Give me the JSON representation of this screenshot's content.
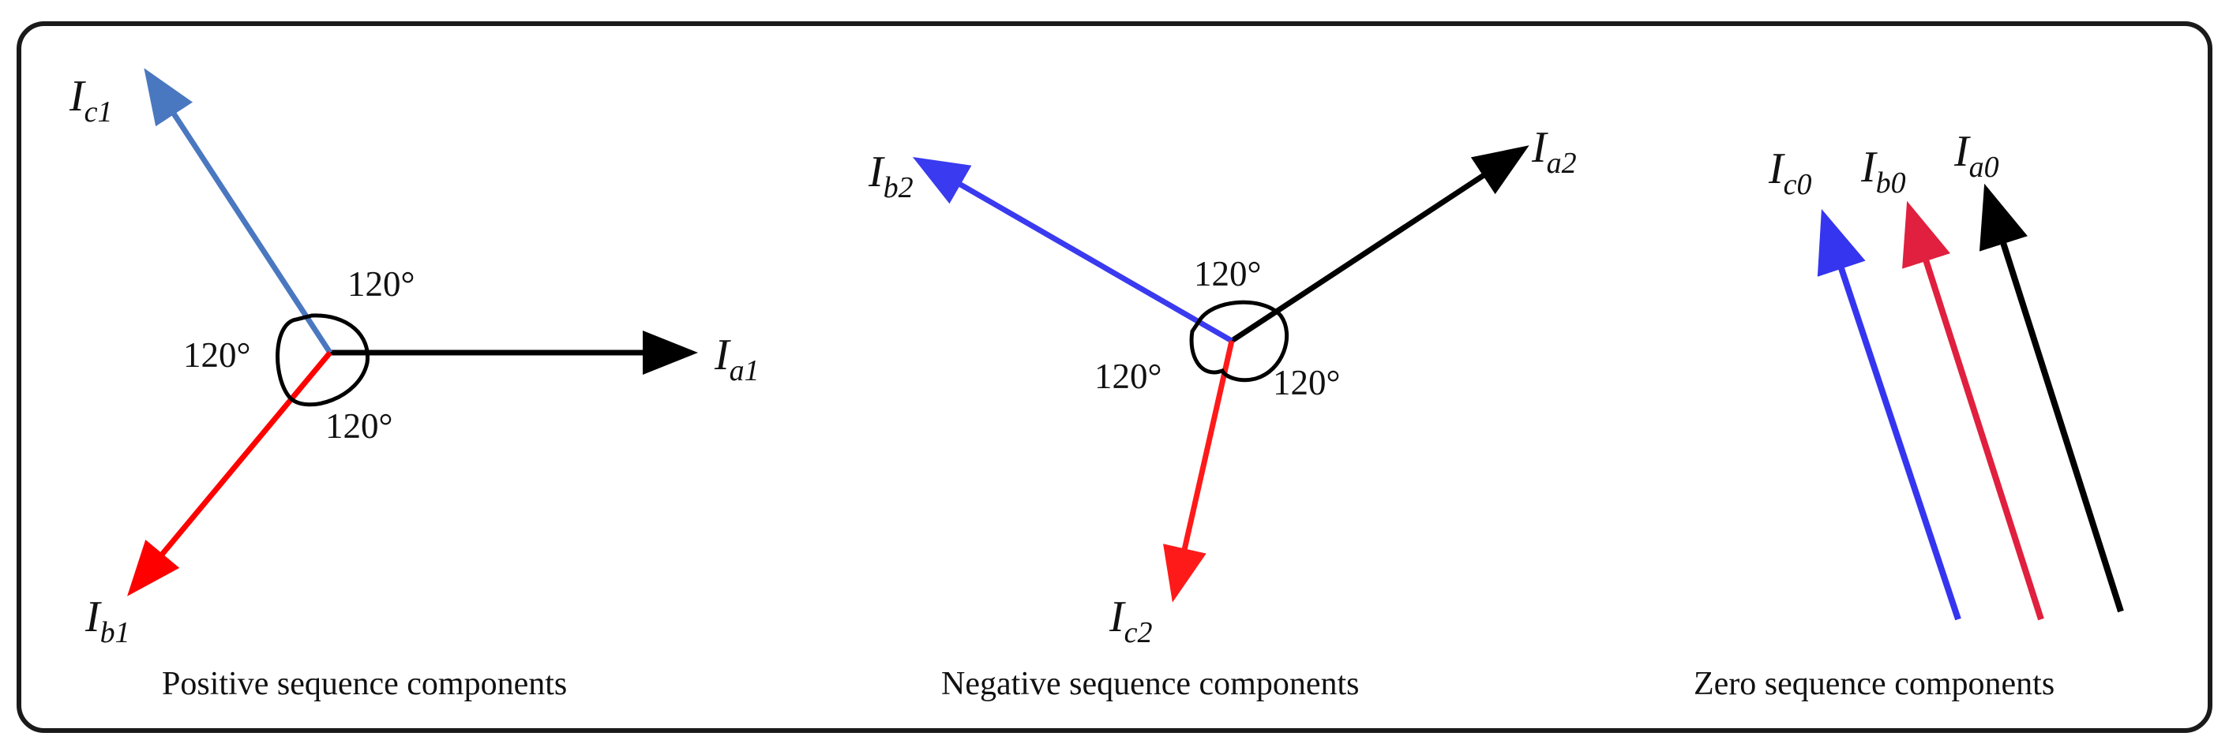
{
  "captions": {
    "positive": "Positive sequence components",
    "negative": "Negative sequence components",
    "zero": "Zero sequence components"
  },
  "angle_label": "120°",
  "phasors": {
    "positive": {
      "a": {
        "base": "I",
        "sub": "a1"
      },
      "b": {
        "base": "I",
        "sub": "b1"
      },
      "c": {
        "base": "I",
        "sub": "c1"
      }
    },
    "negative": {
      "a": {
        "base": "I",
        "sub": "a2"
      },
      "b": {
        "base": "I",
        "sub": "b2"
      },
      "c": {
        "base": "I",
        "sub": "c2"
      }
    },
    "zero": {
      "a": {
        "base": "I",
        "sub": "a0"
      },
      "b": {
        "base": "I",
        "sub": "b0"
      },
      "c": {
        "base": "I",
        "sub": "c0"
      }
    }
  },
  "colors": {
    "phase_a": "#000000",
    "phase_b_positive": "#ff0000",
    "phase_c_positive": "#4a78c0",
    "phase_b_negative": "#3a3af0",
    "phase_c_negative": "#ff1a1a",
    "phase_a_zero": "#000000",
    "phase_b_zero": "#e0203e",
    "phase_c_zero": "#3535f0",
    "frame": "#1a1a1a"
  }
}
